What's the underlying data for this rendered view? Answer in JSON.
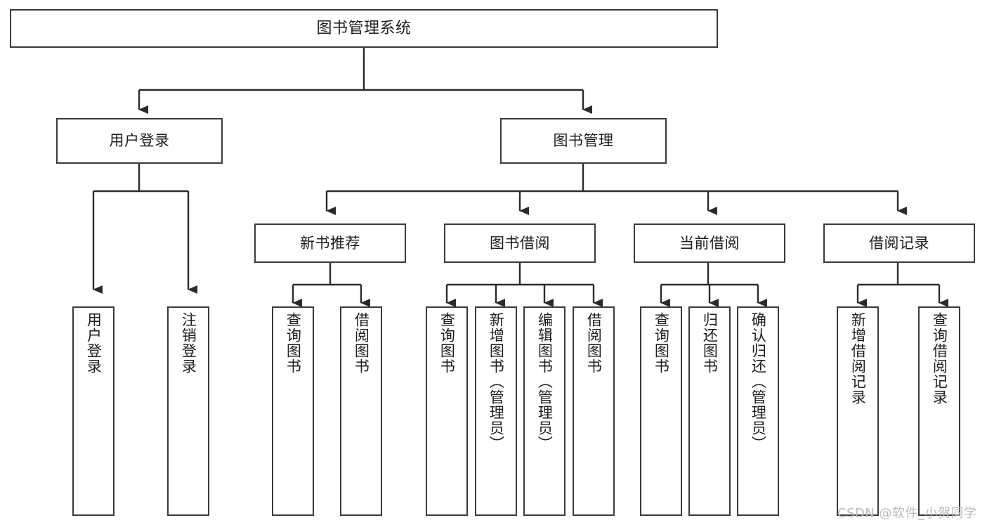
{
  "diagram": {
    "type": "tree-hierarchy-diagram",
    "title": "图书管理系统",
    "colors": {
      "box_border": "#3a3a3a",
      "box_fill": "#ffffff",
      "connector": "#2b2b2b",
      "text": "#1d1d1d",
      "watermark": "#b9b9b9",
      "background": "#ffffff"
    },
    "root": {
      "label": "图书管理系统"
    },
    "level2": [
      {
        "label": "用户登录"
      },
      {
        "label": "图书管理"
      }
    ],
    "level3": [
      {
        "label": "新书推荐"
      },
      {
        "label": "图书借阅"
      },
      {
        "label": "当前借阅"
      },
      {
        "label": "借阅记录"
      }
    ],
    "leaves": {
      "user_login": [
        {
          "label": "用户登录"
        },
        {
          "label": "注销登录"
        }
      ],
      "new_book_recommend": [
        {
          "label": "查询图书"
        },
        {
          "label": "借阅图书"
        }
      ],
      "book_borrow": [
        {
          "label": "查询图书"
        },
        {
          "label": "新增图书（管理员）"
        },
        {
          "label": "编辑图书（管理员）"
        },
        {
          "label": "借阅图书"
        }
      ],
      "current_borrow": [
        {
          "label": "查询图书"
        },
        {
          "label": "归还图书"
        },
        {
          "label": "确认归还（管理员）"
        }
      ],
      "borrow_record": [
        {
          "label": "新增借阅记录"
        },
        {
          "label": "查询借阅记录"
        }
      ]
    },
    "watermark": "CSDN @软件_小贺同学"
  }
}
